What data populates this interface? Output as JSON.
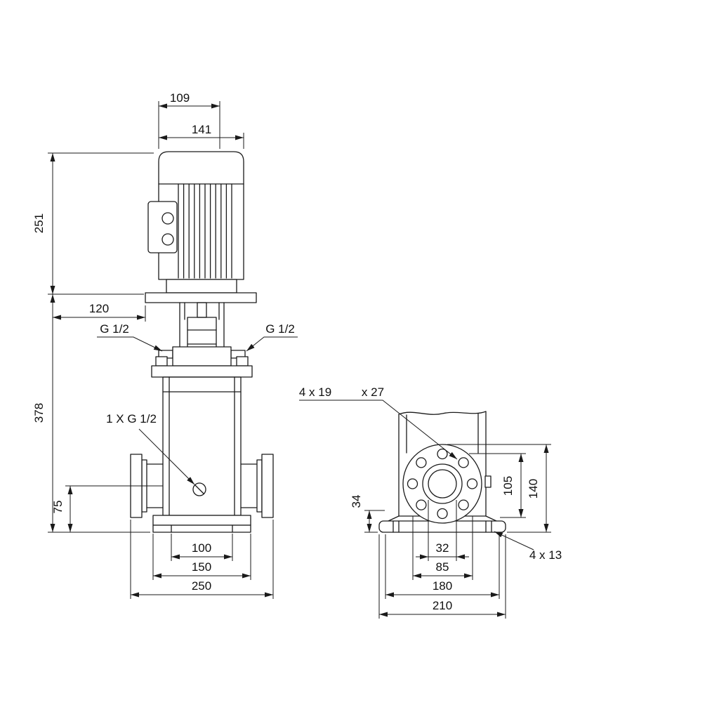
{
  "drawing": {
    "type": "technical-dimensional-drawing",
    "subject": "vertical multistage centrifugal pump, front and side views",
    "line_color": "#1a1a1a",
    "background": "#ffffff",
    "front_view": {
      "dim_motor_top_width": "109",
      "dim_motor_width": "141",
      "dim_motor_height": "251",
      "dim_head_offset": "120",
      "label_plug_left": "G 1/2",
      "label_plug_right": "G 1/2",
      "dim_pump_height": "378",
      "label_drain_plug": "1 X G 1/2",
      "dim_port_center_height": "75",
      "dim_foot_hole_spacing": "100",
      "dim_base_width": "150",
      "dim_overall_flange_width": "250"
    },
    "side_view": {
      "label_flange_holes": "4 x 19",
      "label_flange_counterbore": "x 27",
      "dim_base_plate_height": "34",
      "dim_flange_face_height": "105",
      "dim_flange_top_height": "140",
      "dim_port_bore": "32",
      "dim_bolt_circle": "85",
      "dim_base_length": "180",
      "dim_overall_length": "210",
      "label_base_holes": "4 x 13"
    }
  }
}
